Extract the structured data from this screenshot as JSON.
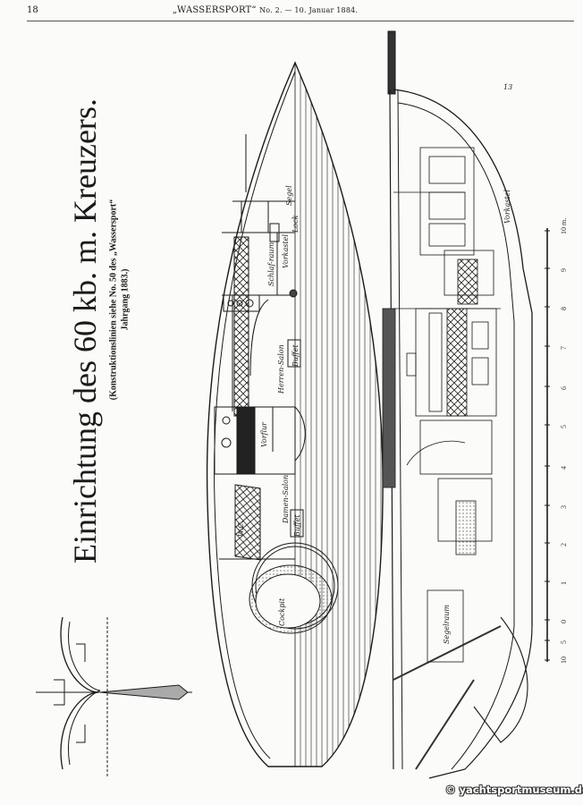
{
  "header": {
    "page_number": "18",
    "journal": "„WASSERSPORT“",
    "issue": "No. 2.  — 10. Januar 1884."
  },
  "title": "Einrichtung des 60 kb. m. Kreuzers.",
  "subtitle_line1": "(Konstruktionslinien siehe No. 50 des „Wassersport“",
  "subtitle_line2": "Jahrgang 1883.)",
  "deck_plan_labels": {
    "fore": "Segel",
    "forecastle": "Vorkastel",
    "locker": "Lock",
    "sleeping": "Schlaf-raum",
    "gents_saloon": "Herren-Salon",
    "buffet1": "Buffet",
    "entrance": "Vorflur",
    "ladies_saloon": "Damen-Salon",
    "buffet2": "Buffet",
    "wc": "W.C.",
    "cockpit": "Cockpit"
  },
  "profile_labels": {
    "sail_room": "Segelraum",
    "forecastle": "Vorkastel",
    "page_mark": "13"
  },
  "scale": {
    "labels": [
      "10 m.",
      "9",
      "8",
      "7",
      "6",
      "5",
      "4",
      "3",
      "2",
      "1",
      "0",
      "5",
      "10"
    ],
    "unit": "m"
  },
  "watermark": "© yachtsportmuseum.de"
}
